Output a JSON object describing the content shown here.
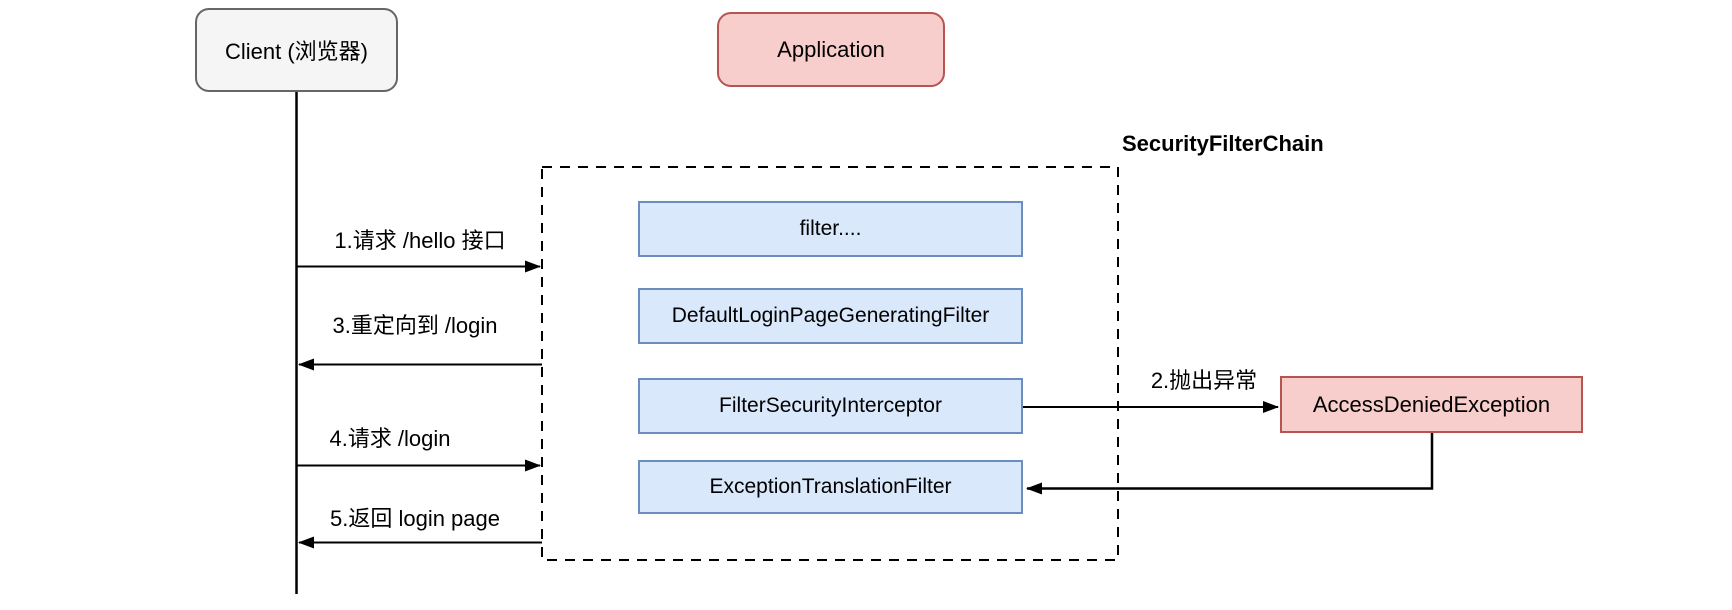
{
  "title": "SecurityFilterChain",
  "nodes": {
    "client": "Client (浏览器)",
    "application": "Application",
    "access_denied_exception": "AccessDeniedException",
    "filters": [
      "filter....",
      "DefaultLoginPageGeneratingFilter",
      "FilterSecurityInterceptor",
      "ExceptionTranslationFilter"
    ]
  },
  "messages": [
    {
      "label": "1.请求 /hello 接口",
      "from": "client",
      "to": "security-filter-chain"
    },
    {
      "label": "2.抛出异常",
      "from": "FilterSecurityInterceptor",
      "to": "AccessDeniedException"
    },
    {
      "label": "3.重定向到 /login",
      "from": "security-filter-chain",
      "to": "client"
    },
    {
      "label": "4.请求 /login",
      "from": "client",
      "to": "security-filter-chain"
    },
    {
      "label": "5.返回 login page",
      "from": "security-filter-chain",
      "to": "client"
    },
    {
      "label": "",
      "from": "AccessDeniedException",
      "to": "ExceptionTranslationFilter"
    }
  ],
  "colors": {
    "client_fill": "#f5f5f5",
    "client_border": "#666666",
    "red_fill": "#f8cecc",
    "red_border": "#b85450",
    "filter_fill": "#dae8fc",
    "filter_border": "#6c8ebf",
    "line": "#000000"
  }
}
